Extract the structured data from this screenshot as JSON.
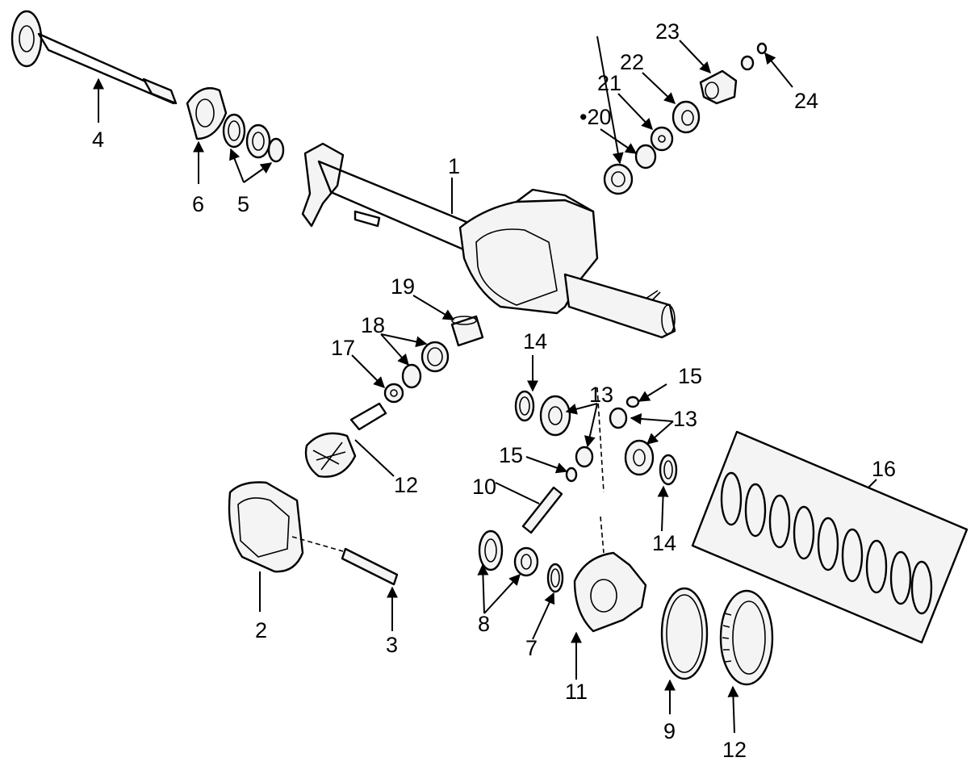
{
  "callouts": [
    {
      "id": "c1",
      "text": "1"
    },
    {
      "id": "c2",
      "text": "2"
    },
    {
      "id": "c3",
      "text": "3"
    },
    {
      "id": "c4",
      "text": "4"
    },
    {
      "id": "c5",
      "text": "5"
    },
    {
      "id": "c6",
      "text": "6"
    },
    {
      "id": "c7",
      "text": "7"
    },
    {
      "id": "c8",
      "text": "8"
    },
    {
      "id": "c9",
      "text": "9"
    },
    {
      "id": "c10",
      "text": "10"
    },
    {
      "id": "c11",
      "text": "11"
    },
    {
      "id": "c12a",
      "text": "12"
    },
    {
      "id": "c12b",
      "text": "12"
    },
    {
      "id": "c13a",
      "text": "13"
    },
    {
      "id": "c13b",
      "text": "13"
    },
    {
      "id": "c14a",
      "text": "14"
    },
    {
      "id": "c14b",
      "text": "14"
    },
    {
      "id": "c15a",
      "text": "15"
    },
    {
      "id": "c15b",
      "text": "15"
    },
    {
      "id": "c16",
      "text": "16"
    },
    {
      "id": "c17",
      "text": "17"
    },
    {
      "id": "c18",
      "text": "18"
    },
    {
      "id": "c19",
      "text": "19"
    },
    {
      "id": "c20",
      "text": "•20"
    },
    {
      "id": "c21",
      "text": "21"
    },
    {
      "id": "c22",
      "text": "22"
    },
    {
      "id": "c23",
      "text": "23"
    },
    {
      "id": "c24",
      "text": "24"
    }
  ],
  "colors": {
    "line": "#000000",
    "background": "#ffffff"
  }
}
